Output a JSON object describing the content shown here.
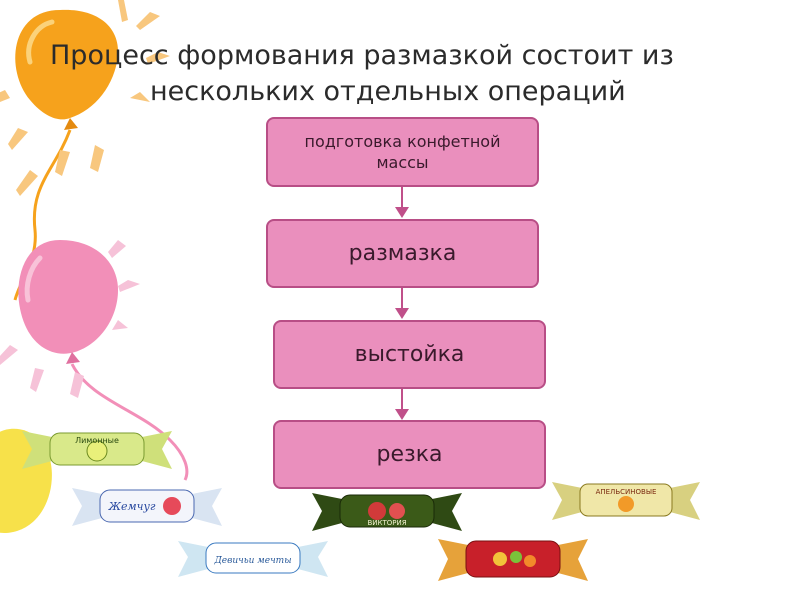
{
  "title": {
    "line1": "Процесс формования размазкой состоит из",
    "line2": "нескольких отдельных операций"
  },
  "steps": [
    {
      "label": "подготовка конфетной массы"
    },
    {
      "label": "размазка"
    },
    {
      "label": "выстойка"
    },
    {
      "label": "резка"
    }
  ],
  "candies": [
    {
      "label": "Лимонные"
    },
    {
      "label": "Жемчуг"
    },
    {
      "label": "Виктория"
    },
    {
      "label": "Апельсиновые"
    },
    {
      "label": "Девичьи мечты"
    }
  ],
  "colors": {
    "box_fill": "#ea8fbd",
    "box_border": "#b84e86",
    "arrow": "#c0508a",
    "balloon_orange": "#f6a21c",
    "balloon_pink": "#f28fb8",
    "balloon_yellow": "#f7e14a"
  }
}
